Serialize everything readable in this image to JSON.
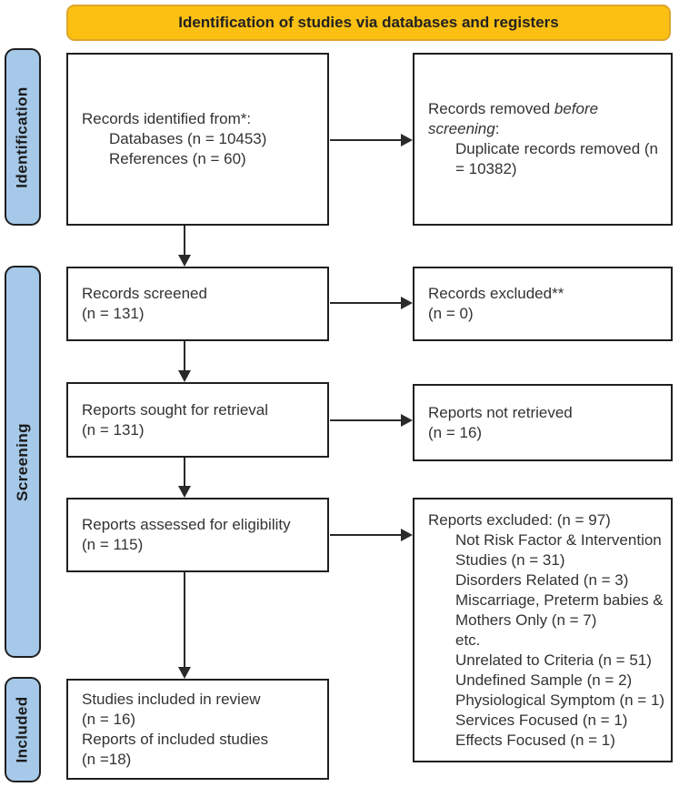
{
  "banner": {
    "title": "Identification of studies via databases and registers"
  },
  "stages": {
    "identification": "Identification",
    "screening": "Screening",
    "included": "Included"
  },
  "boxes": {
    "records_identified": {
      "lines": [
        "Records identified from*:",
        "Databases (n = 10453)",
        "References (n = 60)"
      ]
    },
    "records_removed": {
      "line1_regular": "Records removed ",
      "line1_italic": "before",
      "line2_italic": "screening",
      "line2_regular": ":",
      "line3": "Duplicate records removed (n",
      "line4": "= 10382)"
    },
    "records_screened": {
      "lines": [
        "Records screened",
        "(n = 131)"
      ]
    },
    "records_excluded": {
      "lines": [
        "Records excluded**",
        "(n = 0)"
      ]
    },
    "reports_sought": {
      "lines": [
        "Reports sought for retrieval",
        "(n = 131)"
      ]
    },
    "reports_not_retrieved": {
      "lines": [
        "Reports not retrieved",
        "(n = 16)"
      ]
    },
    "reports_assessed": {
      "lines": [
        "Reports assessed for eligibility",
        "(n = 115)"
      ]
    },
    "reports_excluded": {
      "lines": [
        "Reports excluded: (n = 97)",
        "Not Risk Factor & Intervention",
        "Studies (n = 31)",
        "Disorders Related (n = 3)",
        "Miscarriage, Preterm babies &",
        "Mothers Only (n = 7)",
        "etc.",
        "Unrelated to Criteria (n = 51)",
        "Undefined Sample (n = 2)",
        "Physiological Symptom (n = 1)",
        "Services Focused (n = 1)",
        "Effects Focused (n = 1)"
      ]
    },
    "studies_included": {
      "lines": [
        "Studies included in review",
        "(n = 16)",
        "Reports of included studies",
        "(n =18)"
      ]
    }
  },
  "colors": {
    "banner_fill": "#fcc013",
    "banner_border": "#dda62b",
    "stage_fill": "#a6c9e9",
    "box_border": "#1f1f1f",
    "arrow": "#2a2a2a"
  }
}
